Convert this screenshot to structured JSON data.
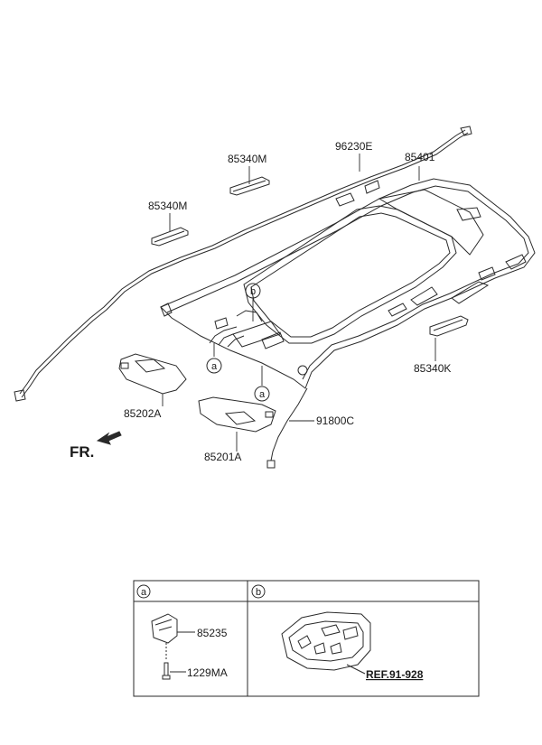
{
  "diagram": {
    "part_labels": {
      "p85340m_upper": "85340M",
      "p96230e": "96230E",
      "p85401": "85401",
      "p85340m_lower": "85340M",
      "p85340k": "85340K",
      "p85202a": "85202A",
      "p85201a": "85201A",
      "p91800c": "91800C",
      "p85235": "85235",
      "p1229ma": "1229MA"
    },
    "callouts": {
      "a": "a",
      "b": "b"
    },
    "direction": "FR.",
    "reference": "REF.91-928",
    "detail_headers": {
      "a": "a",
      "b": "b"
    }
  }
}
